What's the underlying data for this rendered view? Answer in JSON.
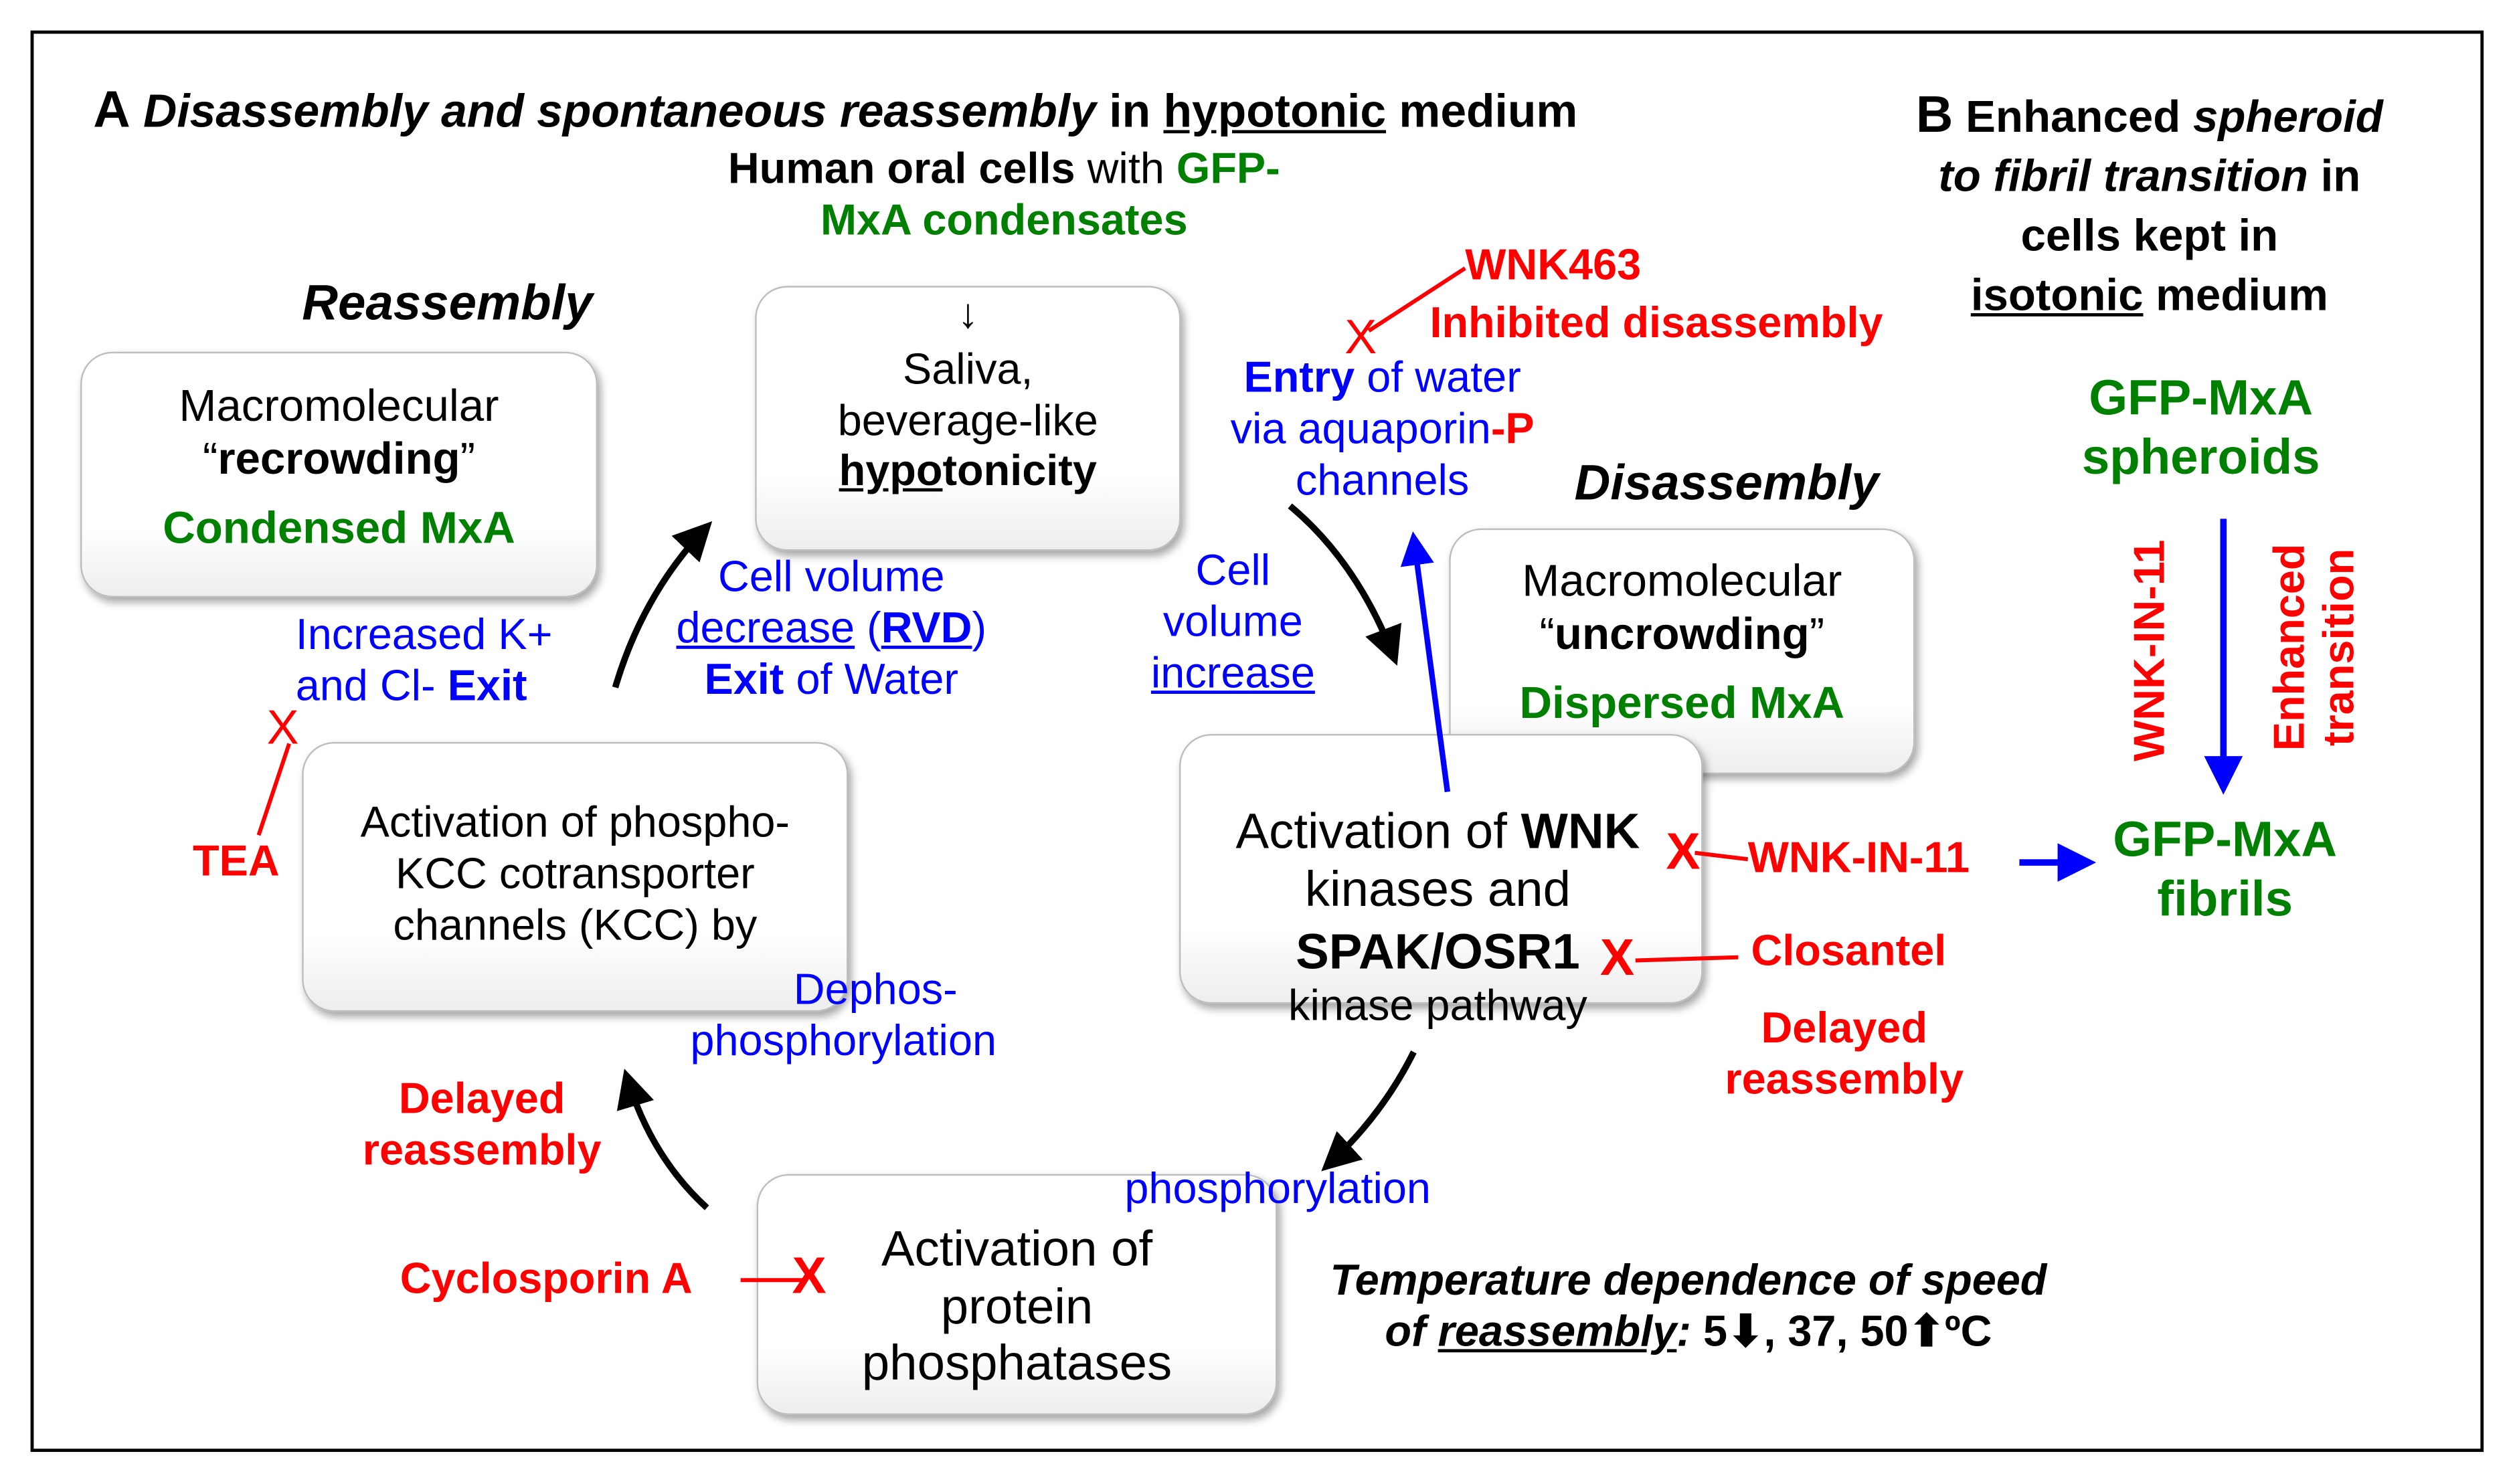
{
  "panelA": {
    "letter": "A",
    "title_part1": "Disassembly and spontaneous reassembly",
    "title_part2": "in",
    "title_part3": "hypotonic",
    "title_part4": "medium"
  },
  "top": {
    "line1_black": "Human oral cells",
    "line1_mid": "with",
    "line1_green": "GFP-",
    "line2_green": "MxA condensates",
    "arrow_glyph": "↓"
  },
  "reassembly_heading": "Reassembly",
  "disassembly_heading": "Disassembly",
  "box_recrowding": {
    "line1": "Macromolecular",
    "q_open": "“",
    "bold": "recrowding",
    "q_close": "”",
    "green": "Condensed MxA"
  },
  "box_hypotonicity": {
    "line1": "Saliva,",
    "line2": "beverage-like",
    "underlined": "hypo",
    "rest": "tonicity"
  },
  "box_uncrowding": {
    "line1": "Macromolecular",
    "q_open": "“",
    "bold": "uncrowding",
    "q_close": "”",
    "green": "Dispersed MxA"
  },
  "box_wnk": {
    "line1_pre": "Activation of",
    "line1_bold": "WNK",
    "line2": "kinases and",
    "line3_bold": "SPAK/OSR1",
    "line4": "kinase pathway"
  },
  "box_kcc": {
    "line1": "Activation of phospho-",
    "line2": "KCC cotransporter",
    "line3": "channels (KCC) by"
  },
  "box_phosphatases": {
    "line1": "Activation of",
    "line2": "protein",
    "line3": "phosphatases"
  },
  "labels": {
    "wnk463": "WNK463",
    "inhibited_disassembly": "Inhibited disassembly",
    "entry_bold": "Entry",
    "entry_rest": "of water",
    "via_aquaporin": "via aquaporin",
    "p_suffix": "-P",
    "channels": "channels",
    "cell_volume": "Cell",
    "volume": "volume",
    "increase": "increase",
    "cell_volume_dec_line1": "Cell volume",
    "decrease": "decrease",
    "rvd_open": "(",
    "rvd": "RVD",
    "rvd_close": ")",
    "exit_bold": "Exit",
    "of_water": "of Water",
    "increased_k": "Increased K+",
    "and_cl": "and Cl-",
    "exit2": "Exit",
    "tea": "TEA",
    "wnk_in_11": "WNK-IN-11",
    "closantel": "Closantel",
    "delayed1": "Delayed",
    "reassembly1": "reassembly",
    "dephos1": "Dephos-",
    "dephos2": "phosphorylation",
    "delayed2": "Delayed",
    "reassembly2": "reassembly",
    "phosphorylation": "phosphorylation",
    "cyclosporin": "Cyclosporin A",
    "temp_line1": "Temperature dependence of speed",
    "temp_of": "of",
    "temp_reassembly": "reassembly",
    "temp_colon": ":",
    "temp_5": "5",
    "temp_mid": ", 37, 50",
    "temp_unit": "ºC",
    "down_glyph": "⬇",
    "up_glyph": "⬆",
    "x_glyph": "X"
  },
  "panelB": {
    "letter": "B",
    "t1a": "Enhanced",
    "t1b": "spheroid",
    "t2": "to fibril transition",
    "t2b": "in",
    "t3": "cells kept in",
    "t4u": "isotonic",
    "t4b": "medium",
    "spheroids1": "GFP-MxA",
    "spheroids2": "spheroids",
    "vert_wnk": "WNK-IN-11",
    "vert_enh1": "Enhanced",
    "vert_enh2": "transition",
    "fibrils1": "GFP-MxA",
    "fibrils2": "fibrils"
  },
  "colors": {
    "black": "#000000",
    "blue": "#0000ff",
    "red": "#ff0000",
    "green": "#008000"
  }
}
